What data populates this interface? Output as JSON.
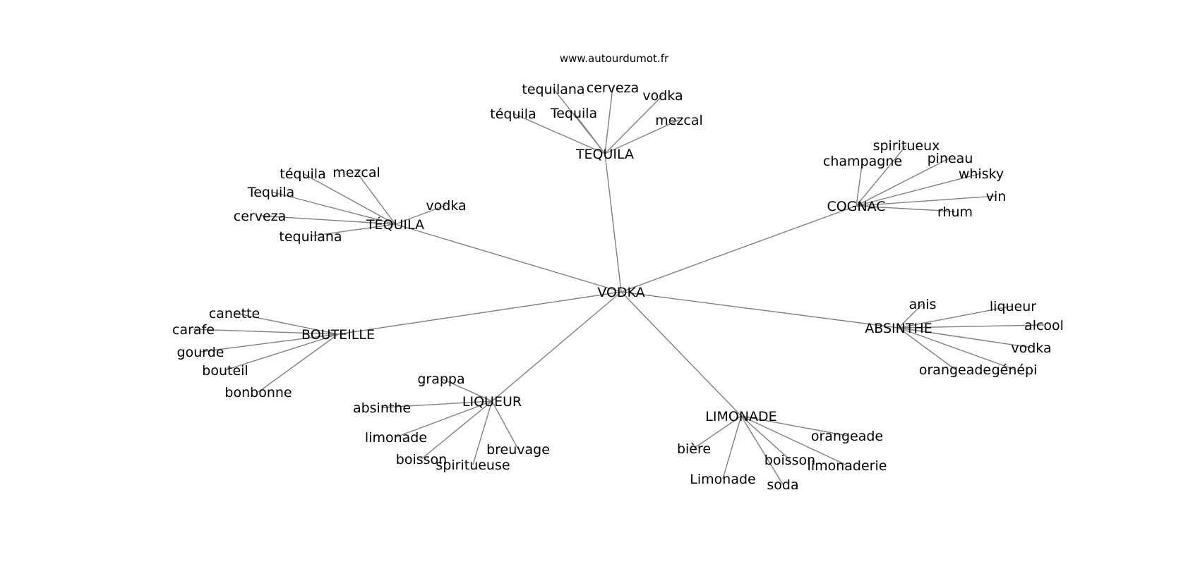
{
  "site": "www.autourdumot.fr",
  "center": "VODKA",
  "clusters": [
    {
      "id": "tequila",
      "label": "TEQUILA",
      "leaves": [
        "tequilana",
        "cerveza",
        "vodka",
        "téquila",
        "Tequila",
        "mezcal"
      ]
    },
    {
      "id": "tequila-accent",
      "label": "TÉQUILA",
      "leaves": [
        "téquila",
        "mezcal",
        "Tequila",
        "vodka",
        "cerveza",
        "tequilana"
      ]
    },
    {
      "id": "cognac",
      "label": "COGNAC",
      "leaves": [
        "spiritueux",
        "champagne",
        "pineau",
        "whisky",
        "vin",
        "rhum"
      ]
    },
    {
      "id": "bouteille",
      "label": "BOUTEILLE",
      "leaves": [
        "canette",
        "carafe",
        "gourde",
        "bouteil",
        "bonbonne"
      ]
    },
    {
      "id": "absinthe",
      "label": "ABSINTHE",
      "leaves": [
        "anis",
        "liqueur",
        "alcool",
        "vodka",
        "orangeade",
        "génépi"
      ]
    },
    {
      "id": "liqueur",
      "label": "LIQUEUR",
      "leaves": [
        "grappa",
        "absinthe",
        "limonade",
        "boisson",
        "spiritueuse",
        "breuvage"
      ]
    },
    {
      "id": "limonade",
      "label": "LIMONADE",
      "leaves": [
        "orangeade",
        "bière",
        "boisson",
        "limonaderie",
        "Limonade",
        "soda"
      ]
    }
  ]
}
